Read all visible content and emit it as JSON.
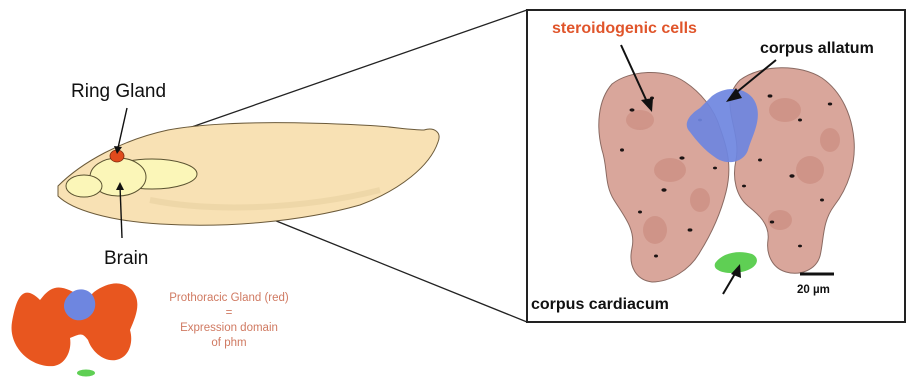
{
  "labels": {
    "ring_gland": "Ring Gland",
    "brain": "Brain",
    "steroidogenic_cells": "steroidogenic cells",
    "corpus_allatum": "corpus allatum",
    "corpus_cardiacum": "corpus cardiacum",
    "scale_bar": "20 µm"
  },
  "caption": {
    "line1": "Prothoracic Gland (red)",
    "line2": "=",
    "line3": "Expression domain",
    "line4": "of phm"
  },
  "colors": {
    "larva_body": "#f8e1b4",
    "brain_lobes": "#fbf6b8",
    "ring_gland": "#e04a1c",
    "prothoracic_gland": "#e8561f",
    "corpus_allatum": "#6e86e0",
    "corpus_cardiacum": "#5fcf54",
    "tissue": "#d9a69b",
    "caption_text": "#d07a62",
    "label_red": "#e0552b"
  }
}
